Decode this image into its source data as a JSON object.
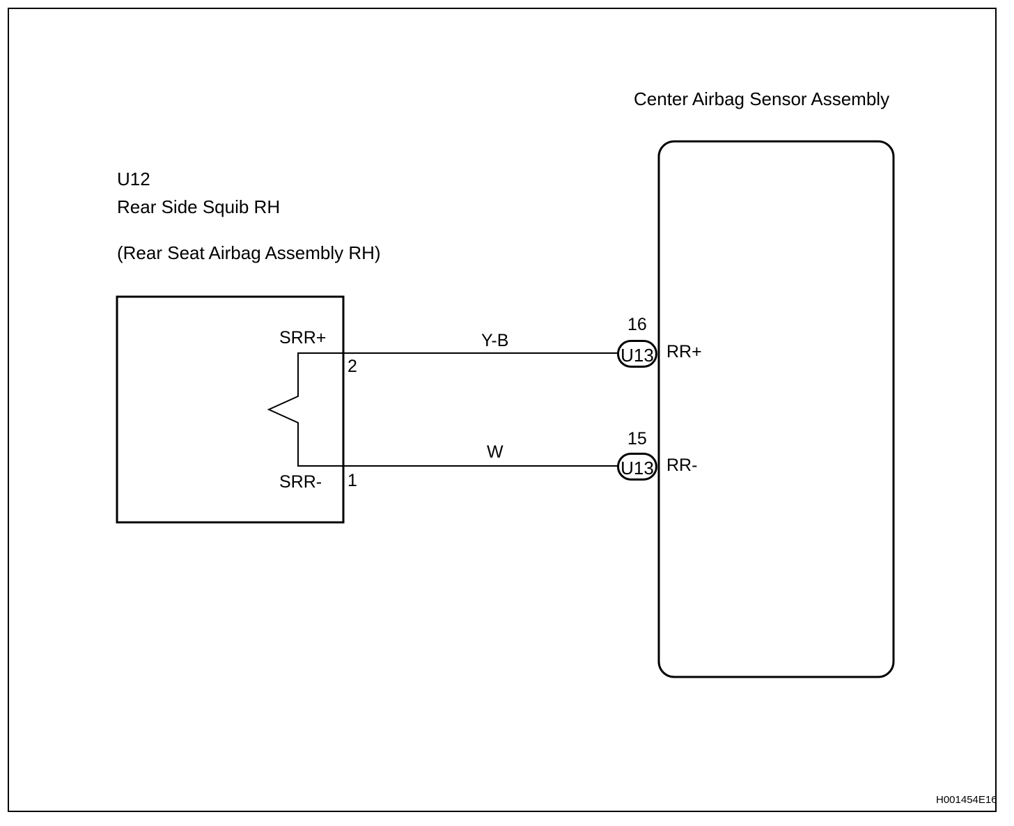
{
  "diagram": {
    "squib": {
      "code": "U12",
      "name": "Rear Side Squib RH",
      "assembly": "(Rear Seat Airbag Assembly RH)",
      "pin_plus_label": "SRR+",
      "pin_minus_label": "SRR-",
      "pin_plus_number": "2",
      "pin_minus_number": "1"
    },
    "sensor": {
      "name": "Center Airbag Sensor Assembly",
      "pin_plus_label": "RR+",
      "pin_minus_label": "RR-"
    },
    "wires": [
      {
        "color_code": "Y-B",
        "connector": "U13",
        "pin": "16"
      },
      {
        "color_code": "W",
        "connector": "U13",
        "pin": "15"
      }
    ],
    "figure_id": "H001454E16"
  }
}
